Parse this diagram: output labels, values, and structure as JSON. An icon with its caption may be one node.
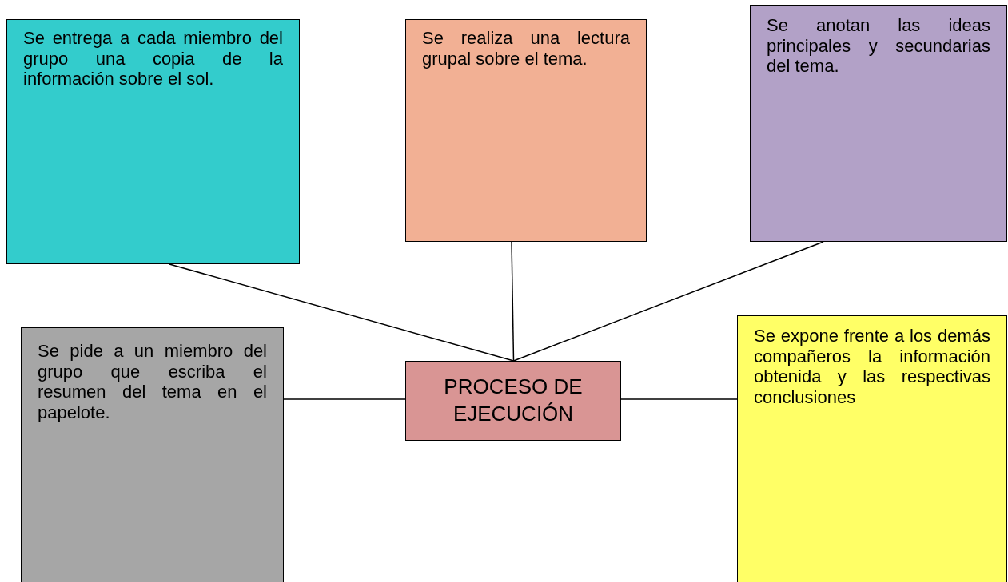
{
  "diagram": {
    "nodes": [
      {
        "text": [
          "Se entrega a cada miembro del grupo una copia de la información sobre el sol."
        ]
      },
      {
        "text": [
          "Se realiza una lectura grupal sobre el tema."
        ]
      },
      {
        "text": [
          "Se anotan las ideas principales y secundarias del tema."
        ]
      },
      {
        "text": [
          "Se pide a un miembro del grupo que escriba el resumen del tema en el papelote."
        ]
      },
      {
        "text": [
          "PROCESO DE EJECUCIÓN"
        ]
      },
      {
        "text": [
          "Se expone frente a los demás compañeros la información obtenida y las respectivas conclusiones"
        ]
      }
    ],
    "edges": [
      {
        "from": 4,
        "to": 0,
        "arrow": "none"
      },
      {
        "from": 4,
        "to": 1,
        "arrow": "none"
      },
      {
        "from": 4,
        "to": 2,
        "arrow": "none"
      },
      {
        "from": 4,
        "to": 3,
        "arrow": "none"
      },
      {
        "from": 4,
        "to": 5,
        "arrow": "none"
      }
    ]
  }
}
